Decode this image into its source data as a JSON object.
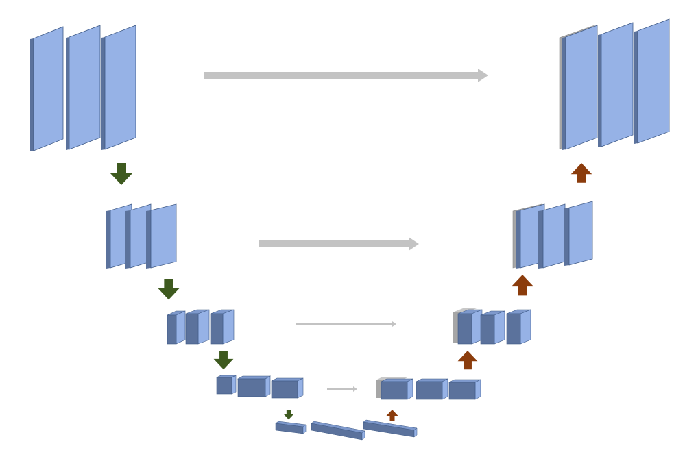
{
  "diagram": {
    "kind": "unet-architecture",
    "colors": {
      "face": "#96B2E6",
      "side": "#5B729C",
      "top": "#7E99CC",
      "edge": "#3F5A86",
      "concat": "#A6A6A6",
      "concat_top": "#C8C8C8",
      "skip_arrow": "#C3C3C3",
      "down_arrow": "#3E5A1F",
      "up_arrow": "#8B3C0C"
    },
    "encoder_levels": 4,
    "decoder_levels": 4,
    "bottleneck_blocks": 3,
    "blocks_per_level": 3,
    "skip_connections": 4,
    "down_arrows": 4,
    "up_arrows": 4,
    "text": []
  }
}
